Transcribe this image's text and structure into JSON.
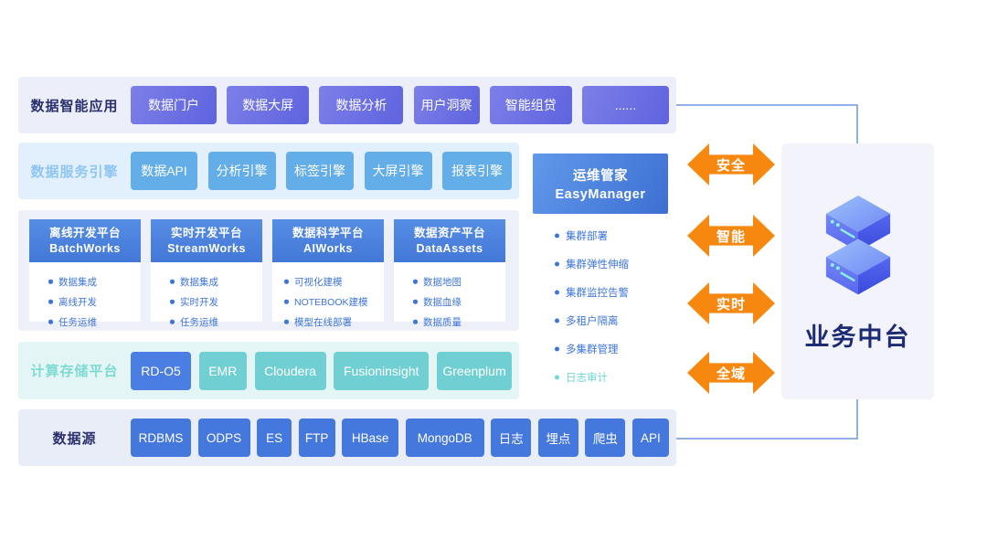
{
  "apps": {
    "label": "数据智能应用",
    "items": [
      "数据门户",
      "数据大屏",
      "数据分析",
      "用户洞察",
      "智能组贷",
      "......"
    ]
  },
  "engines": {
    "label": "数据服务引擎",
    "items": [
      "数据API",
      "分析引擎",
      "标签引擎",
      "大屏引擎",
      "报表引擎"
    ]
  },
  "platforms": [
    {
      "title_cn": "离线开发平台",
      "title_en": "BatchWorks",
      "bullets": [
        "数据集成",
        "离线开发",
        "任务运维"
      ]
    },
    {
      "title_cn": "实时开发平台",
      "title_en": "StreamWorks",
      "bullets": [
        "数据集成",
        "实时开发",
        "任务运维"
      ]
    },
    {
      "title_cn": "数据科学平台",
      "title_en": "AIWorks",
      "bullets": [
        "可视化建模",
        "NOTEBOOK建模",
        "模型在线部署"
      ]
    },
    {
      "title_cn": "数据资产平台",
      "title_en": "DataAssets",
      "bullets": [
        "数据地图",
        "数据血缘",
        "数据质量"
      ]
    }
  ],
  "compute": {
    "label": "计算存储平台",
    "items": [
      "RD-O5",
      "EMR",
      "Cloudera",
      "Fusioninsight",
      "Greenplum"
    ]
  },
  "sources": {
    "label": "数据源",
    "items": [
      "RDBMS",
      "ODPS",
      "ES",
      "FTP",
      "HBase",
      "MongoDB",
      "日志",
      "埋点",
      "爬虫",
      "API"
    ]
  },
  "easymanager": {
    "title_cn": "运维管家",
    "title_en": "EasyManager",
    "bullets": [
      "集群部署",
      "集群弹性伸缩",
      "集群监控告警",
      "多租户隔离",
      "多集群管理",
      "日志审计"
    ]
  },
  "arrows": [
    "安全",
    "智能",
    "实时",
    "全域"
  ],
  "business": {
    "label": "业务中台"
  },
  "colors": {
    "purple_button": "#6B6FE2",
    "sky_button": "#63ADE8",
    "blue_button": "#4578DC",
    "teal_button": "#6FCFD3",
    "card_header_blue": "#4981DD",
    "orange_arrow": "#F6870F",
    "navy_text": "#2A2F6D",
    "sky_label": "#8FC5F2",
    "teal_label": "#7FDAD3",
    "bullet_blue": "#3D74D8",
    "mint_accent": "#6FD6DA",
    "connector_line": "#8FB0EA",
    "business_text": "#1D2B74"
  }
}
